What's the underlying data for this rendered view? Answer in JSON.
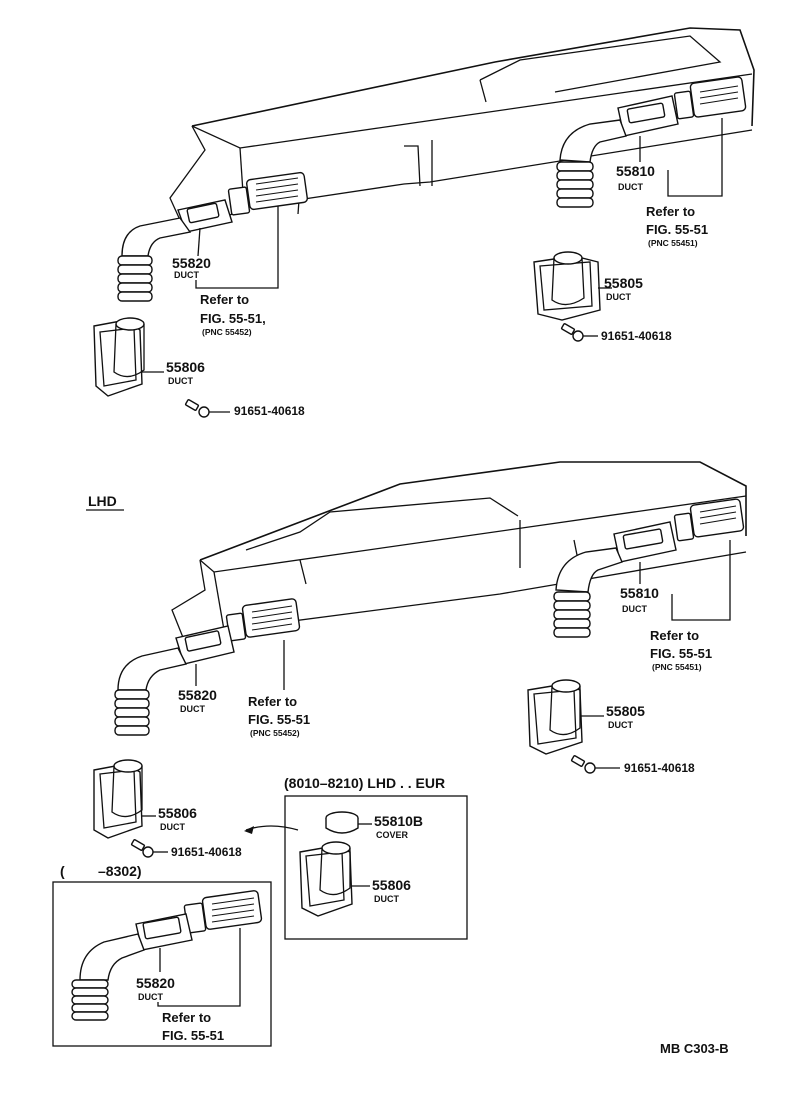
{
  "top_section": {
    "left_duct": {
      "part_number": "55820",
      "name": "DUCT",
      "ref_line1": "Refer to",
      "ref_line2": "FIG. 55-51,",
      "ref_pnc": "(PNC 55452)"
    },
    "right_duct": {
      "part_number": "55810",
      "name": "DUCT",
      "ref_line1": "Refer to",
      "ref_line2": "FIG. 55-51",
      "ref_pnc": "(PNC 55451)"
    },
    "right_lower_duct": {
      "part_number": "55805",
      "name": "DUCT"
    },
    "right_bolt": "91651-40618",
    "left_lower_duct": {
      "part_number": "55806",
      "name": "DUCT"
    },
    "left_bolt": "91651-40618"
  },
  "lhd_section": {
    "label": "LHD",
    "right_duct": {
      "part_number": "55810",
      "name": "DUCT",
      "ref_line1": "Refer to",
      "ref_line2": "FIG. 55-51",
      "ref_pnc": "(PNC 55451)"
    },
    "left_duct": {
      "part_number": "55820",
      "name": "DUCT",
      "ref_line1": "Refer to",
      "ref_line2": "FIG. 55-51",
      "ref_pnc": "(PNC 55452)"
    },
    "right_lower_duct": {
      "part_number": "55805",
      "name": "DUCT"
    },
    "right_bolt": "91651-40618",
    "left_lower_duct": {
      "part_number": "55806",
      "name": "DUCT"
    },
    "left_bolt": "91651-40618"
  },
  "eur_box": {
    "title": "(8010–8210) LHD . . EUR",
    "cover": {
      "part_number": "55810B",
      "name": "COVER"
    },
    "duct": {
      "part_number": "55806",
      "name": "DUCT"
    }
  },
  "early_box": {
    "title_open": "(",
    "title_range": "–8302)",
    "duct": {
      "part_number": "55820",
      "name": "DUCT",
      "ref_line1": "Refer to",
      "ref_line2": "FIG. 55-51"
    }
  },
  "diagram_code": "MB  C303-B"
}
